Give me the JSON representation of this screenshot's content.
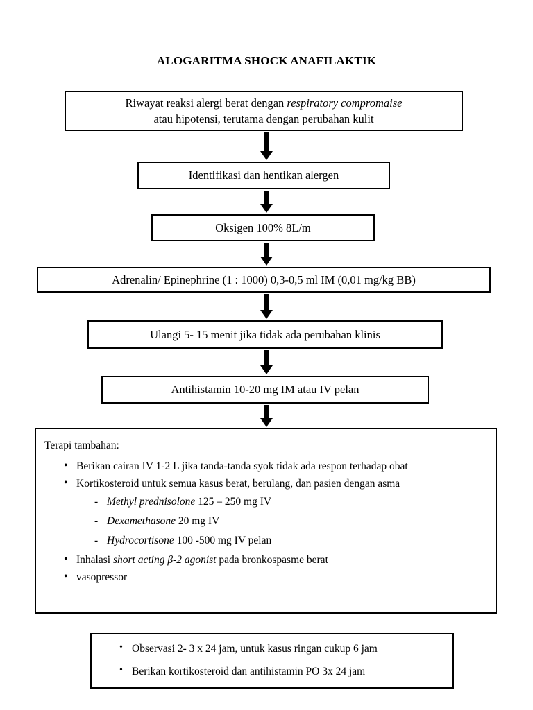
{
  "title": "ALOGARITMA SHOCK ANAFILAKTIK",
  "nodes": [
    {
      "id": "node-1",
      "line1_pre": "Riwayat reaksi alergi berat dengan ",
      "line1_italic": "respiratory compromaise",
      "line2": "atau hipotensi, terutama dengan perubahan kulit"
    },
    {
      "id": "node-2",
      "text": "Identifikasi dan hentikan alergen"
    },
    {
      "id": "node-3",
      "text": "Oksigen 100% 8L/m"
    },
    {
      "id": "node-4",
      "text": "Adrenalin/ Epinephrine (1 : 1000) 0,3-0,5 ml IM (0,01 mg/kg BB)"
    },
    {
      "id": "node-5",
      "text": "Ulangi 5- 15 menit jika tidak ada perubahan klinis"
    },
    {
      "id": "node-6",
      "text": "Antihistamin 10-20 mg IM atau IV pelan"
    }
  ],
  "arrows": [
    {
      "name": "arrow-node1-to-node2",
      "direction": "down"
    },
    {
      "name": "arrow-node2-to-node3",
      "direction": "down"
    },
    {
      "name": "arrow-node3-to-node4",
      "direction": "down"
    },
    {
      "name": "arrow-node4-to-node5",
      "direction": "down"
    },
    {
      "name": "arrow-node5-to-node6",
      "direction": "down"
    },
    {
      "name": "arrow-node6-to-therapy",
      "direction": "down"
    }
  ],
  "therapy": {
    "heading": "Terapi tambahan:",
    "bullet_1": "Berikan cairan IV 1-2 L jika tanda-tanda syok tidak ada respon terhadap obat",
    "bullet_2": "Kortikosteroid untuk semua kasus berat, berulang, dan pasien dengan asma",
    "sub_items": [
      {
        "drug": "Methyl prednisolone",
        "dose": "125 – 250 mg IV"
      },
      {
        "drug": "Dexamethasone",
        "dose": "20 mg IV"
      },
      {
        "drug": "Hydrocortisone",
        "dose": "100 -500 mg IV pelan"
      }
    ],
    "bullet_3_pre": "Inhalasi ",
    "bullet_3_italic": "short acting β-2 agonist",
    "bullet_3_post": " pada bronkospasme berat",
    "bullet_4": "vasopressor"
  },
  "observation": {
    "bullet_1": "Observasi 2- 3 x 24 jam, untuk kasus ringan cukup 6 jam",
    "bullet_2": "Berikan kortikosteroid dan antihistamin PO 3x 24 jam"
  },
  "colors": {
    "ink": "#000000",
    "paper": "#ffffff"
  }
}
